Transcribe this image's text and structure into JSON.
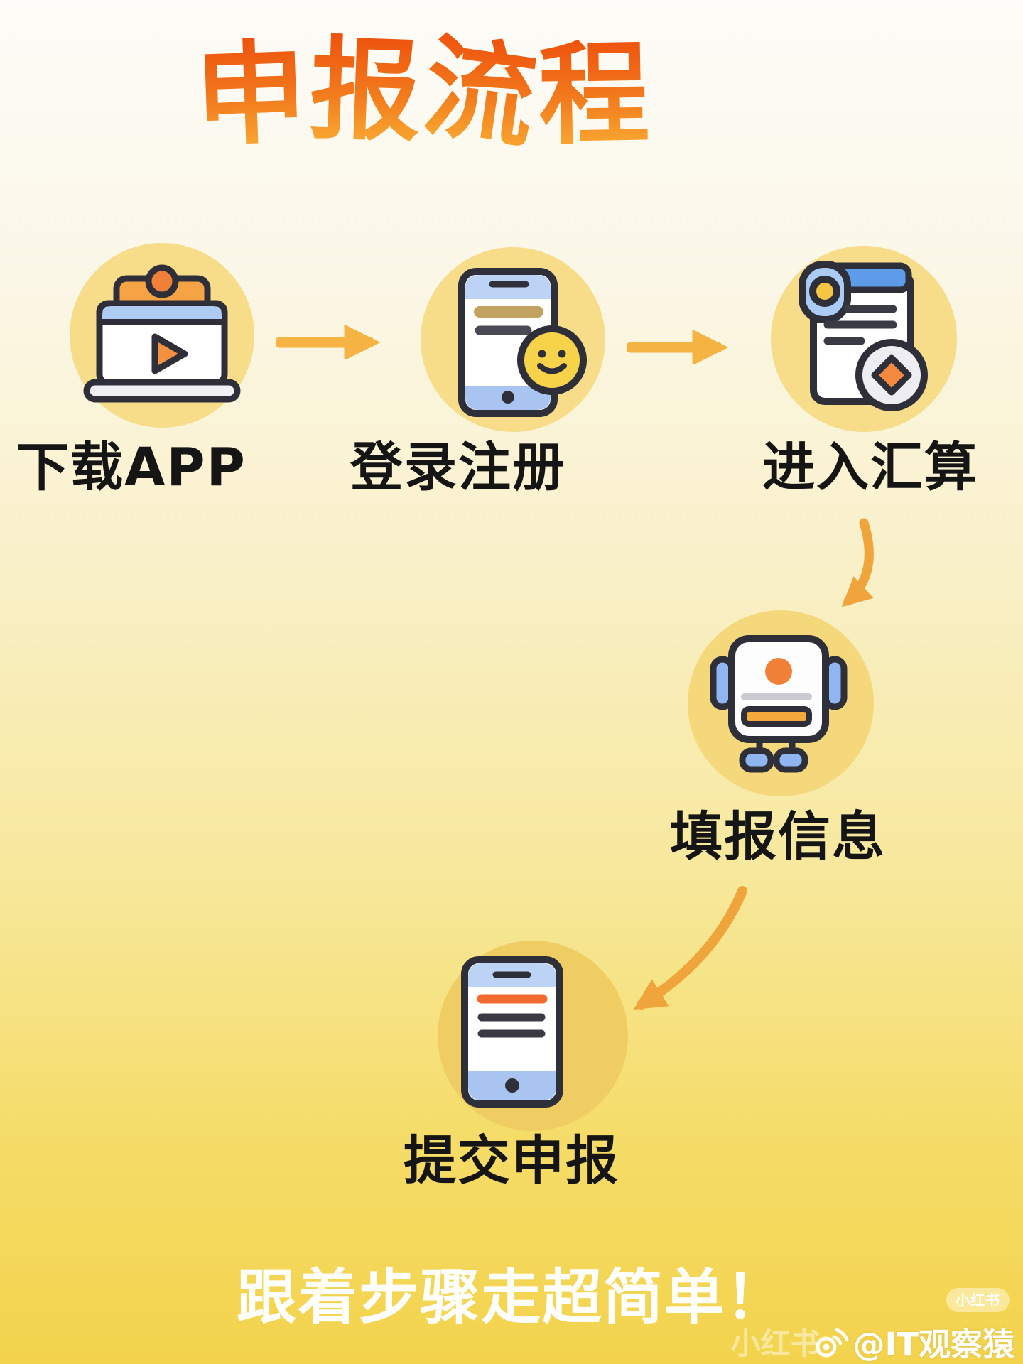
{
  "title": "申报流程",
  "steps": [
    {
      "id": "download-app",
      "label": "下载APP",
      "icon": "laptop-video-icon"
    },
    {
      "id": "login-register",
      "label": "登录注册",
      "icon": "phone-smiley-icon"
    },
    {
      "id": "enter-settlement",
      "label": "进入汇算",
      "icon": "document-coin-icon"
    },
    {
      "id": "fill-info",
      "label": "填报信息",
      "icon": "robot-icon"
    },
    {
      "id": "submit-declaration",
      "label": "提交申报",
      "icon": "phone-submit-icon"
    }
  ],
  "footer": {
    "tagline": "跟着步骤走超简单！"
  },
  "watermarks": {
    "platform_badge": "小红书",
    "platform_faint": "小红书",
    "author_handle": "@IT观察猿"
  },
  "colors": {
    "title_gradient_top": "#EE540E",
    "title_gradient_bottom": "#F9AC33",
    "background_top": "#FDFCF8",
    "background_bottom": "#F3D34C",
    "icon_circle_yellow": "#F7DC8A",
    "arrow_orange": "#F2A93E",
    "label_text": "#151515",
    "tagline_text": "#FFFFFF",
    "icon_outline": "#2F2F3A",
    "accent_orange": "#F08038",
    "accent_blue_light": "#BDD3F6",
    "accent_blue": "#8FB6F0"
  }
}
